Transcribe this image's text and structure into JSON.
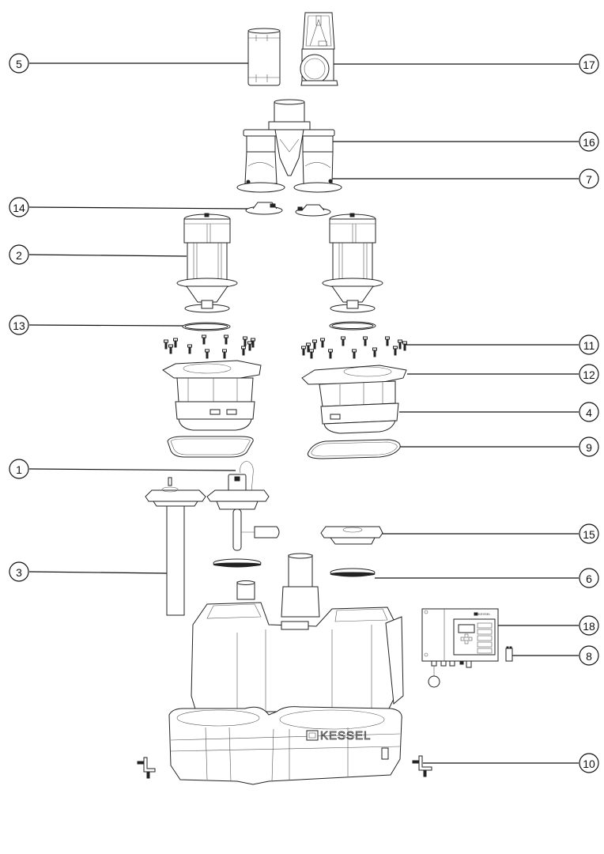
{
  "diagram": {
    "type": "exploded-parts-view",
    "brand_mark": "KESSEL",
    "controller_brand": "KESSEL",
    "callouts": [
      {
        "number": "5",
        "side": "left",
        "part": "check-valve-sleeve"
      },
      {
        "number": "17",
        "side": "right",
        "part": "gate-valve"
      },
      {
        "number": "16",
        "side": "right",
        "part": "non-return-valve"
      },
      {
        "number": "7",
        "side": "right",
        "part": "pressure-pipe-manifold"
      },
      {
        "number": "14",
        "side": "left",
        "part": "flap-cover"
      },
      {
        "number": "2",
        "side": "left",
        "part": "pump-motor"
      },
      {
        "number": "13",
        "side": "left",
        "part": "o-ring"
      },
      {
        "number": "11",
        "side": "right",
        "part": "screw-set"
      },
      {
        "number": "12",
        "side": "right",
        "part": "pump-flange"
      },
      {
        "number": "4",
        "side": "right",
        "part": "pump-housing"
      },
      {
        "number": "9",
        "side": "right",
        "part": "flange-seal"
      },
      {
        "number": "1",
        "side": "left",
        "part": "level-sensor"
      },
      {
        "number": "3",
        "side": "left",
        "part": "dip-tube"
      },
      {
        "number": "15",
        "side": "right",
        "part": "inspection-cover"
      },
      {
        "number": "6",
        "side": "right",
        "part": "cover-seal"
      },
      {
        "number": "18",
        "side": "right",
        "part": "control-unit"
      },
      {
        "number": "8",
        "side": "right",
        "part": "battery"
      },
      {
        "number": "10",
        "side": "right",
        "part": "floor-anchor"
      }
    ]
  }
}
